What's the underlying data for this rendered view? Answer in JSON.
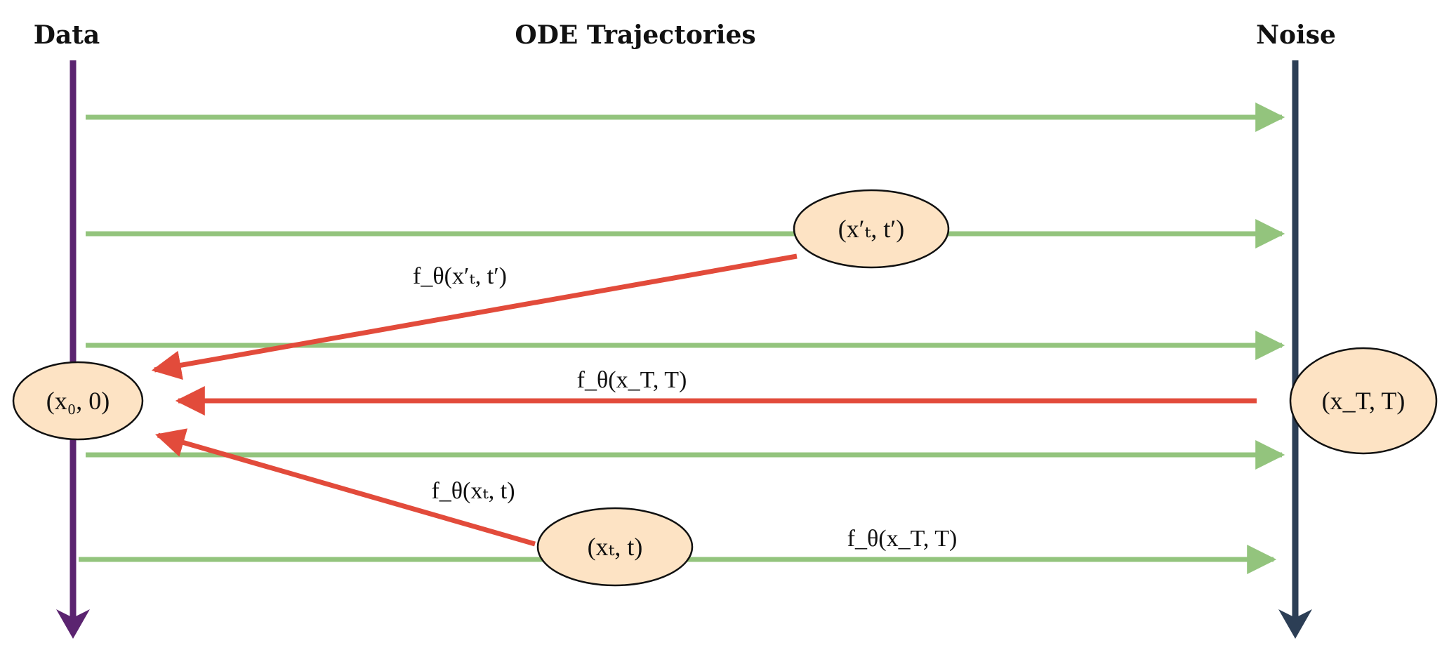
{
  "headers": {
    "data": "Data",
    "trajectories": "ODE Trajectories",
    "noise": "Noise"
  },
  "nodes": {
    "x0": {
      "label": "(x₀, 0)"
    },
    "xT": {
      "label": "(x_T, T)"
    },
    "xt_prime": {
      "label": "(x′ₜ, t′)"
    },
    "xt": {
      "label": "(xₜ, t)"
    }
  },
  "edge_labels": {
    "xt_prime_to_x0": "f_θ(x′ₜ, t′)",
    "xT_to_x0": "f_θ(x_T, T)",
    "xt_to_x0": "f_θ(xₜ, t)",
    "bottom_trajectory": "f_θ(x_T, T)"
  },
  "colors": {
    "data_axis": "#5b2470",
    "noise_axis": "#2c3e55",
    "trajectory": "#93c47d",
    "mapping": "#e24b3b",
    "node_fill": "#fde3c4"
  }
}
